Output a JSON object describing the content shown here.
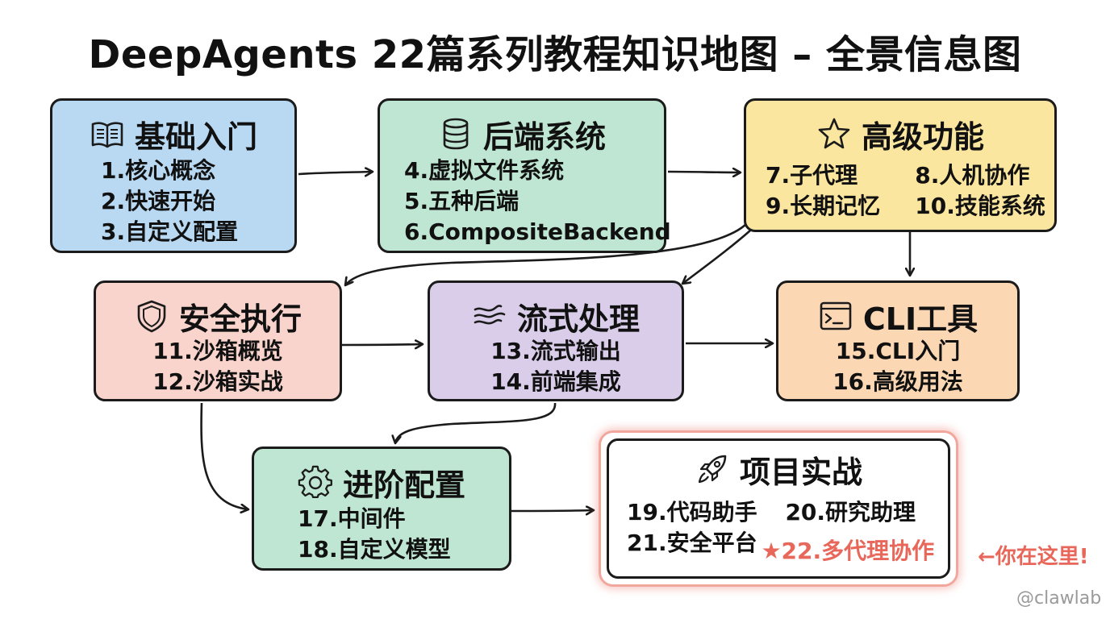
{
  "title": "DeepAgents 22篇系列教程知识地图 – 全景信息图",
  "watermark": "@clawlab",
  "here_note": "←你在这里!",
  "colors": {
    "blue": "#b9d9f3",
    "green": "#bfe6d2",
    "yellow": "#fbe6a0",
    "pink": "#f8d4cc",
    "purple": "#d9cde9",
    "orange": "#fbd7b4",
    "highlight": "#e8675a"
  },
  "sections": {
    "basics": {
      "title": "基础入门",
      "icon": "book-icon",
      "items": [
        "1.核心概念",
        "2.快速开始",
        "3.自定义配置"
      ]
    },
    "backend": {
      "title": "后端系统",
      "icon": "database-icon",
      "items": [
        "4.虚拟文件系统",
        "5.五种后端",
        "6.CompositeBackend"
      ]
    },
    "advanced": {
      "title": "高级功能",
      "icon": "star-icon",
      "items": [
        "7.子代理",
        "8.人机协作",
        "9.长期记忆",
        "10.技能系统"
      ]
    },
    "security": {
      "title": "安全执行",
      "icon": "shield-icon",
      "items": [
        "11.沙箱概览",
        "12.沙箱实战"
      ]
    },
    "streaming": {
      "title": "流式处理",
      "icon": "wind-icon",
      "items": [
        "13.流式输出",
        "14.前端集成"
      ]
    },
    "cli": {
      "title": "CLI工具",
      "icon": "terminal-icon",
      "items": [
        "15.CLI入门",
        "16.高级用法"
      ]
    },
    "config": {
      "title": "进阶配置",
      "icon": "gear-icon",
      "items": [
        "17.中间件",
        "18.自定义模型"
      ]
    },
    "project": {
      "title": "项目实战",
      "icon": "rocket-icon",
      "items": [
        "19.代码助手",
        "20.研究助理",
        "21.安全平台",
        "★22.多代理协作"
      ]
    }
  }
}
